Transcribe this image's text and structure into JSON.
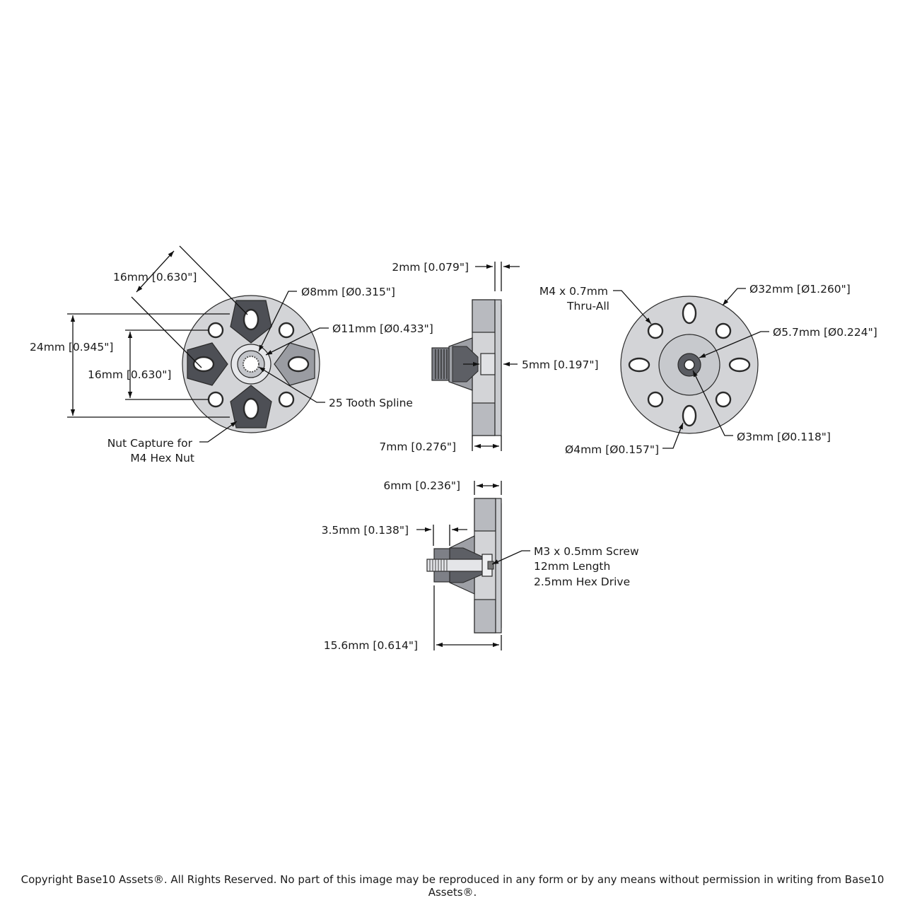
{
  "front_view": {
    "diag_pitch": "16mm [0.630\"]",
    "bore": "Ø8mm [Ø0.315\"]",
    "hub": "Ø11mm [Ø0.433\"]",
    "outer_span": "24mm [0.945\"]",
    "inner_span": "16mm [0.630\"]",
    "spline": "25 Tooth Spline",
    "nut_capture_line1": "Nut Capture for",
    "nut_capture_line2": "M4 Hex Nut"
  },
  "side_view": {
    "flange_thickness": "2mm [0.079\"]",
    "spline_depth": "5mm [0.197\"]",
    "overall": "7mm [0.276\"]"
  },
  "back_view": {
    "thread_line1": "M4 x 0.7mm",
    "thread_line2": "Thru-All",
    "outer_diameter": "Ø32mm [Ø1.260\"]",
    "counterbore": "Ø5.7mm [Ø0.224\"]",
    "center_hole": "Ø3mm [Ø0.118\"]",
    "slot": "Ø4mm [Ø0.157\"]"
  },
  "section_view": {
    "flange_to_face": "6mm [0.236\"]",
    "screw_protrusion": "3.5mm [0.138\"]",
    "screw_line1": "M3 x 0.5mm Screw",
    "screw_line2": "12mm Length",
    "screw_line3": "2.5mm Hex Drive",
    "overall": "15.6mm [0.614\"]"
  },
  "footer": {
    "copyright": "Copyright Base10 Assets®.  All Rights Reserved. No part of this image may be reproduced in any form or by any means without permission in writing from Base10 Assets®."
  }
}
